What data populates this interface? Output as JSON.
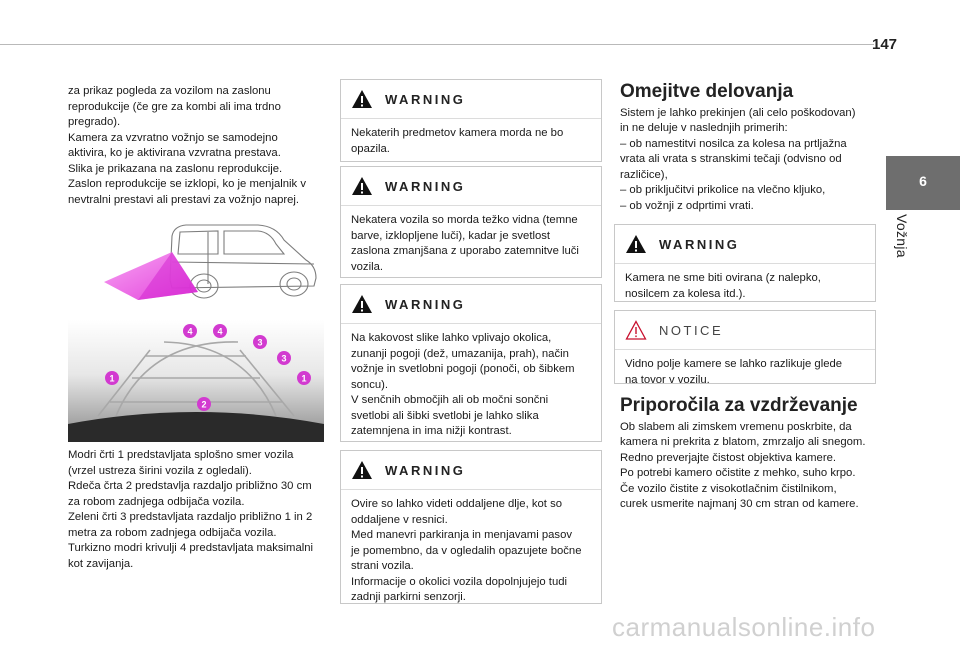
{
  "page_number": "147",
  "chapter": {
    "number": "6",
    "title": "Vožnja"
  },
  "col1": {
    "intro": [
      "za prikaz pogleda za vozilom na zaslonu",
      "reprodukcije (če gre za kombi ali ima trdno",
      "pregrado).",
      "Kamera za vzvratno vožnjo se samodejno",
      "aktivira, ko je aktivirana vzvratna prestava.",
      "Slika je prikazana na zaslonu reprodukcije.",
      "Zaslon reprodukcije se izklopi, ko je menjalnik v",
      "nevtralni prestavi ali prestavi za vožnjo naprej."
    ],
    "markers": [
      "1",
      "1",
      "2",
      "3",
      "3",
      "4",
      "4"
    ],
    "caption": [
      "Modri črti 1 predstavljata splošno smer vozila",
      "(vrzel ustreza širini vozila z ogledali).",
      "Rdeča črta 2 predstavlja razdaljo približno 30 cm",
      "za robom zadnjega odbijača vozila.",
      "Zeleni črti 3 predstavljata razdaljo približno 1 in 2",
      "metra za robom zadnjega odbijača vozila.",
      "Turkizno modri krivulji 4 predstavljata maksimalni",
      "kot zavijanja."
    ]
  },
  "col2": {
    "warnings": [
      {
        "title": "WARNING",
        "lines": [
          "Nekaterih predmetov kamera morda ne bo",
          "opazila."
        ]
      },
      {
        "title": "WARNING",
        "lines": [
          "Nekatera vozila so morda težko vidna (temne",
          "barve, izklopljene luči), kadar je svetlost",
          "zaslona zmanjšana z uporabo zatemnitve luči",
          "vozila."
        ]
      },
      {
        "title": "WARNING",
        "lines": [
          "Na kakovost slike lahko vplivajo okolica,",
          "zunanji pogoji (dež, umazanija, prah), način",
          "vožnje in svetlobni pogoji (ponoči, ob šibkem",
          "soncu).",
          "V senčnih območjih ali ob močni sončni",
          "svetlobi ali šibki svetlobi je lahko slika",
          "zatemnjena in ima nižji kontrast."
        ]
      },
      {
        "title": "WARNING",
        "lines": [
          "Ovire so lahko videti oddaljene dlje, kot so",
          "oddaljene v resnici.",
          "Med manevri parkiranja in menjavami pasov",
          "je pomembno, da v ogledalih opazujete bočne",
          "strani vozila.",
          "Informacije o okolici vozila dopolnjujejo tudi",
          "zadnji parkirni senzorji."
        ]
      }
    ]
  },
  "col3": {
    "heading1": "Omejitve delovanja",
    "text1": [
      "Sistem je lahko prekinjen (ali celo poškodovan)",
      "in ne deluje v naslednjih primerih:",
      "–  ob namestitvi nosilca za kolesa na prtljažna",
      "vrata ali vrata s stranskimi tečaji (odvisno od",
      "različice),",
      "–  ob priključitvi prikolice na vlečno kljuko,",
      "–  ob vožnji z odprtimi vrati."
    ],
    "warning": {
      "title": "WARNING",
      "lines": [
        "Kamera ne sme biti ovirana (z nalepko,",
        "nosilcem za kolesa itd.)."
      ]
    },
    "notice": {
      "title": "NOTICE",
      "lines": [
        "Vidno polje kamere se lahko razlikuje glede",
        "na tovor v vozilu."
      ]
    },
    "heading2": "Priporočila za vzdrževanje",
    "text2": [
      "Ob slabem ali zimskem vremenu poskrbite, da",
      "kamera ni prekrita z blatom, zmrzaljo ali snegom.",
      "Redno preverjajte čistost objektiva kamere.",
      "Po potrebi kamero očistite z mehko, suho krpo.",
      "Če vozilo čistite z visokotlačnim čistilnikom,",
      "curek usmerite najmanj 30 cm stran od kamere."
    ]
  },
  "watermark": "carmanualsonline.info",
  "colors": {
    "warning_icon": "#111111",
    "notice_icon": "#c8102e",
    "tab": "#6e6e6e",
    "camera_cone": "#e83ee0"
  }
}
